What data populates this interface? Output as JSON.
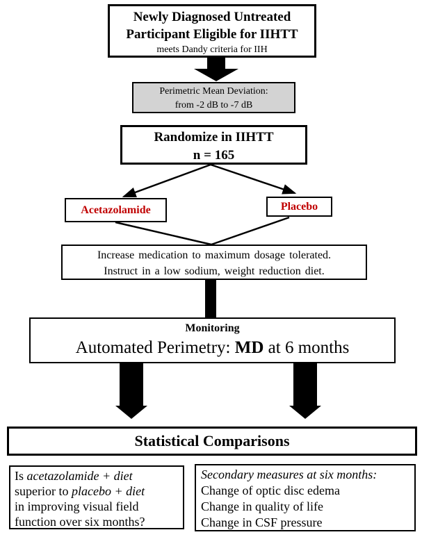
{
  "title": "IIHTT study design flowchart",
  "colors": {
    "arm_text": "#c00000",
    "shaded_box_bg": "#d3d3d3",
    "line_color": "#000000"
  },
  "eligibility": {
    "line1": "Newly Diagnosed Untreated",
    "line2": "Participant Eligible for IIHTT",
    "subtitle": "meets Dandy criteria for IIH"
  },
  "perimetric": {
    "line1": "Perimetric Mean Deviation:",
    "line2": "from -2 dB to -7 dB"
  },
  "randomize": {
    "line1": "Randomize in IIHTT",
    "line2": "n = 165"
  },
  "arms": {
    "acetazolamide": "Acetazolamide",
    "placebo": "Placebo"
  },
  "regimen": {
    "line1": "Increase medication to maximum dosage tolerated.",
    "line2": "Instruct in a low sodium, weight reduction diet."
  },
  "monitoring": {
    "title": "Monitoring",
    "prefix": "Automated Perimetry: ",
    "emphasis": "MD",
    "suffix": " at 6 months"
  },
  "statistics": {
    "title": "Statistical Comparisons"
  },
  "primary_question": {
    "line1_plain": "Is ",
    "line1_italic": "acetazolamide + diet",
    "line2_plain": "superior to ",
    "line2_italic": "placebo + diet",
    "line3": "in improving visual field",
    "line4": "function over six months?"
  },
  "secondary": {
    "title": "Secondary measures at six months:",
    "items": [
      "Change of optic disc edema",
      "Change in quality of life",
      "Change in CSF pressure"
    ]
  }
}
